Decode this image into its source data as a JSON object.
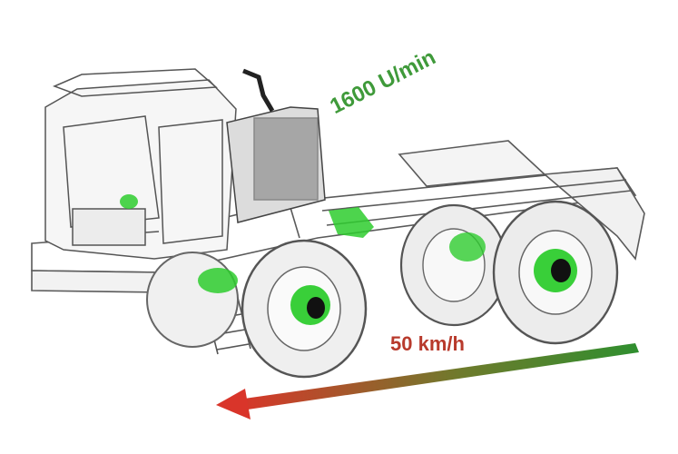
{
  "labels": {
    "rpm": "1600 U/min",
    "speed": "50 km/h"
  },
  "colors": {
    "highlight_green": "#2ecc2e",
    "rpm_text": "#3f9a3a",
    "speed_text": "#b83a2c",
    "arrow_start": "#d9352a",
    "arrow_end": "#2f8f2f",
    "wireframe": "#5a5a5a"
  },
  "icons": {
    "vehicle": "tractor-wireframe",
    "direction": "arrow-left-icon"
  }
}
